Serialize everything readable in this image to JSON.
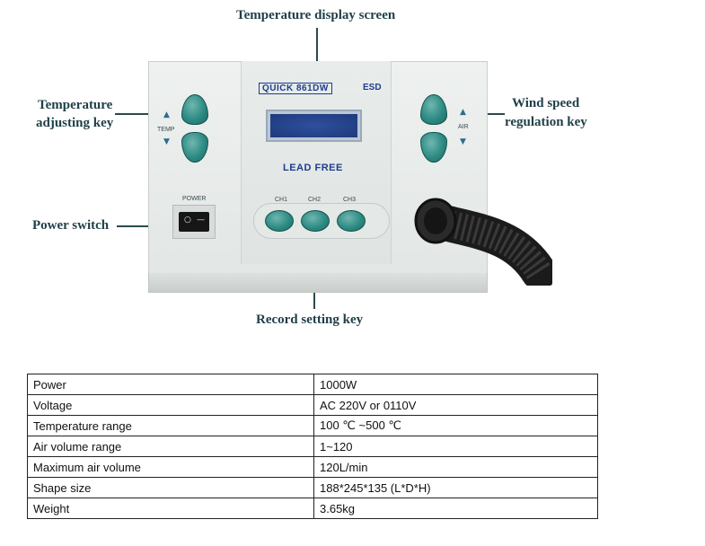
{
  "callouts": {
    "display": "Temperature display screen",
    "temp_key_line1": "Temperature",
    "temp_key_line2": "adjusting key",
    "wind_line1": "Wind speed",
    "wind_line2": "regulation key",
    "power": "Power switch",
    "record": "Record setting key"
  },
  "device": {
    "brand": "QUICK 861DW",
    "esd": "ESD",
    "lead_free": "LEAD FREE",
    "temp_label": "TEMP",
    "air_label": "AIR",
    "power_label": "POWER",
    "channels": [
      "CH1",
      "CH2",
      "CH3"
    ]
  },
  "spec_table": [
    {
      "key": "Power",
      "value": "1000W"
    },
    {
      "key": "Voltage",
      "value": "AC 220V or 0110V"
    },
    {
      "key": "Temperature range",
      "value": "100 ℃ ~500 ℃"
    },
    {
      "key": "Air volume range",
      "value": "1~120"
    },
    {
      "key": "Maximum air volume",
      "value": "120L/min"
    },
    {
      "key": "Shape size",
      "value": "188*245*135 (L*D*H)"
    },
    {
      "key": "Weight",
      "value": "3.65kg"
    }
  ]
}
